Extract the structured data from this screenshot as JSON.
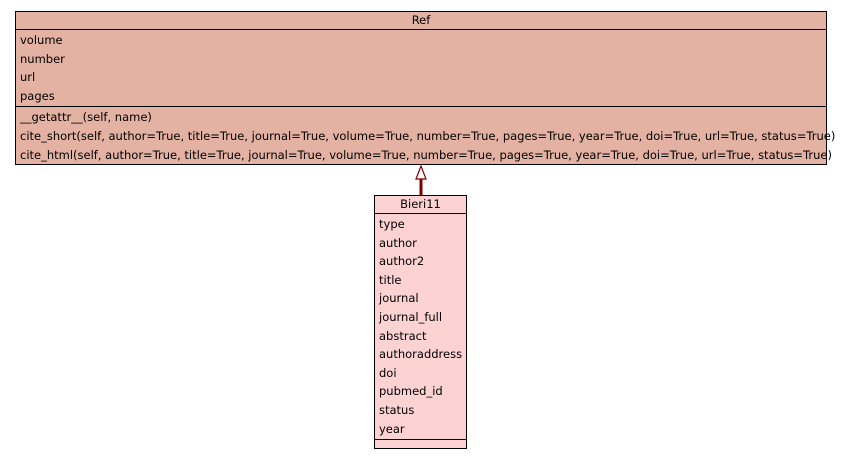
{
  "colors": {
    "ref_fill": "#e3b2a3",
    "bieri_fill": "#fdd2d3",
    "arrow": "#800000"
  },
  "ref": {
    "name": "Ref",
    "attributes": [
      "volume",
      "number",
      "url",
      "pages"
    ],
    "methods": [
      "__getattr__(self, name)",
      "cite_short(self, author=True, title=True, journal=True, volume=True, number=True, pages=True, year=True, doi=True, url=True, status=True)",
      "cite_html(self, author=True, title=True, journal=True, volume=True, number=True, pages=True, year=True, doi=True, url=True, status=True)"
    ]
  },
  "bieri": {
    "name": "Bieri11",
    "attributes": [
      "type",
      "author",
      "author2",
      "title",
      "journal",
      "journal_full",
      "abstract",
      "authoraddress",
      "doi",
      "pubmed_id",
      "status",
      "year"
    ],
    "methods": []
  },
  "relation": {
    "type": "inheritance",
    "from": "Bieri11",
    "to": "Ref"
  }
}
